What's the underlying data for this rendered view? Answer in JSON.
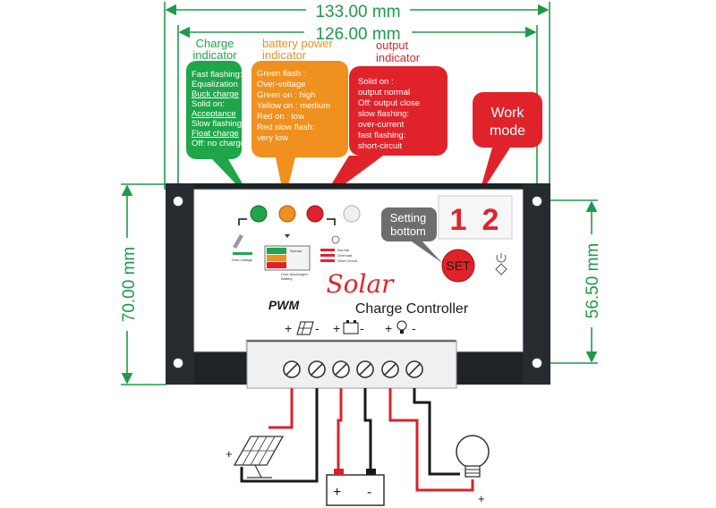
{
  "dimensions": {
    "overall_width": "133.00 mm",
    "hole_spacing_width": "126.00 mm",
    "overall_height": "70.00 mm",
    "hole_spacing_height": "56.50 mm"
  },
  "callouts": {
    "charge": {
      "title_lines": [
        "Charge",
        "indicator"
      ],
      "color": "#1fa64a",
      "lines": [
        "Fast flashing:",
        "Equalization",
        "Buck charge",
        "Solid on:",
        "Acceptance",
        "Slow flashing",
        "Float charge",
        "Off: no charge"
      ]
    },
    "battery": {
      "title_lines": [
        "battery power",
        "indicator"
      ],
      "color": "#f0901e",
      "lines": [
        "Green flash :",
        "Over-voltage",
        "Green on :  high",
        "Yellow on : medium",
        "Red on :      low",
        "Red slow flash:",
        "very low"
      ]
    },
    "output": {
      "title_lines": [
        "output",
        "indicator"
      ],
      "color": "#e0232b",
      "lines": [
        "Solid on :",
        "output normal",
        "Off: output close",
        "slow flashing:",
        "over-current",
        "fast flashing:",
        "short-circuit"
      ]
    },
    "work_mode": {
      "lines": [
        "Work",
        "mode"
      ],
      "color": "#e0232b"
    },
    "setting": {
      "lines": [
        "Setting",
        "bottom"
      ],
      "color": "#6d6e70"
    }
  },
  "controller": {
    "display_digits": [
      "1",
      "2"
    ],
    "set_label": "SET",
    "brand": "Solar",
    "model": "PWM",
    "subtitle": "Charge Controller",
    "battery_diagram_labels": [
      "Over-voltage",
      "Normal",
      "Over-discharged",
      "Battery"
    ],
    "load_labels": [
      "Normal",
      "Overload",
      "Short Circuit"
    ],
    "terminal_signs": {
      "solar": [
        "+",
        "-"
      ],
      "battery": [
        "+",
        "-"
      ],
      "load": [
        "+",
        "-"
      ]
    }
  },
  "external": {
    "battery_signs": [
      "+",
      "-"
    ],
    "panel_sign": "+",
    "bulb_sign": "+"
  },
  "colors": {
    "dimension": "#1f9a4a",
    "wire_red": "#d8232a",
    "wire_black": "#1a1a1a",
    "led_green": "#1fa64a",
    "led_orange": "#f0901e",
    "led_red": "#e0232b"
  }
}
